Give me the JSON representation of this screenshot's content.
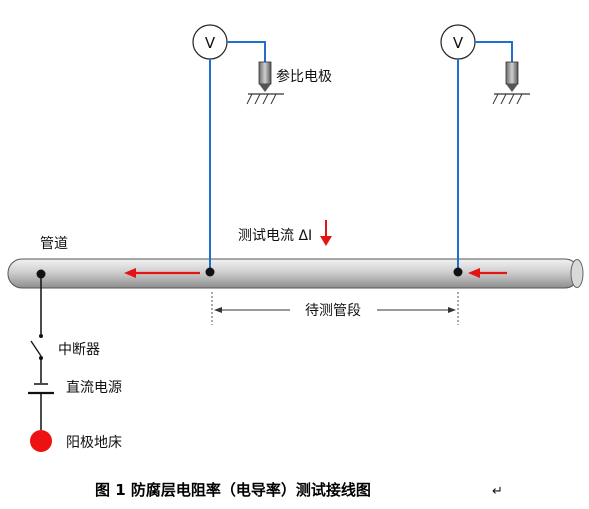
{
  "voltmeters": [
    {
      "symbol": "V"
    },
    {
      "symbol": "V"
    }
  ],
  "labels": {
    "reference_electrode": "参比电极",
    "pipe": "管道",
    "test_current": "测试电流 ΔI",
    "section_under_test": "待测管段",
    "interrupter": "中断器",
    "dc_source": "直流电源",
    "anode_bed": "阳极地床"
  },
  "caption": "图 1  防腐层电阻率（电导率）测试接线图",
  "caption_mark": "↵",
  "colors": {
    "wire_blue": "#1f6fd1",
    "arrow_red": "#e31414",
    "anode_red": "#ee1111",
    "pipe_mid": "#bdbdbd"
  }
}
